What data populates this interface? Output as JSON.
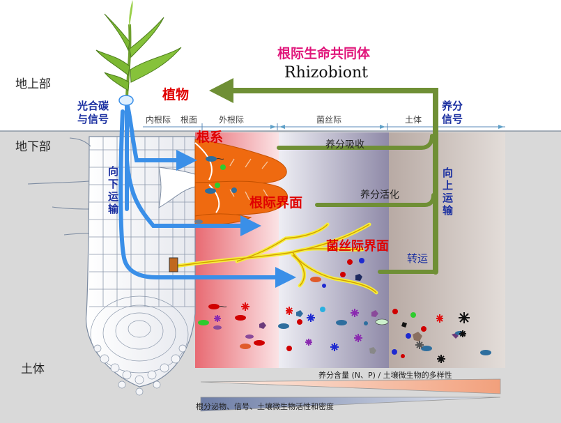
{
  "zones": {
    "above_ground": "地上部",
    "below_ground": "地下部",
    "soil_body": "土体"
  },
  "title_cn": "根际生命共同体",
  "title_en": "Rhizobiont",
  "plant": "植物",
  "root_system": "根系",
  "rhizosphere_interface": "根际界面",
  "hyphosphere_interface": "菌丝际界面",
  "photosynthesis_signal": [
    "光合碳",
    "与信号"
  ],
  "downward_transport": "向下运输",
  "upward_transport": "向上运输",
  "nutrient_signal": [
    "养分",
    "信号"
  ],
  "transfer": "转运",
  "nutrient_uptake": "养分吸收",
  "nutrient_activation": "养分活化",
  "regions": {
    "endorhizosphere": "内根际",
    "rhizoplane": "根面",
    "ectorhizosphere": "外根际",
    "hyphosphere": "菌丝际",
    "soil": "土体"
  },
  "gradient_top_label": "养分含量 (N、P) / 土壤微生物的多样性",
  "gradient_bottom_label": "根分泌物、信号、土壤微生物活性和密度",
  "colors": {
    "green_arrow": "#6f8f35",
    "blue_arrow": "#3a8fe8",
    "root_orange": "#ef6a10",
    "title_pink": "#e0157a",
    "label_red": "#e00000",
    "label_blue": "#1a2fa0"
  }
}
